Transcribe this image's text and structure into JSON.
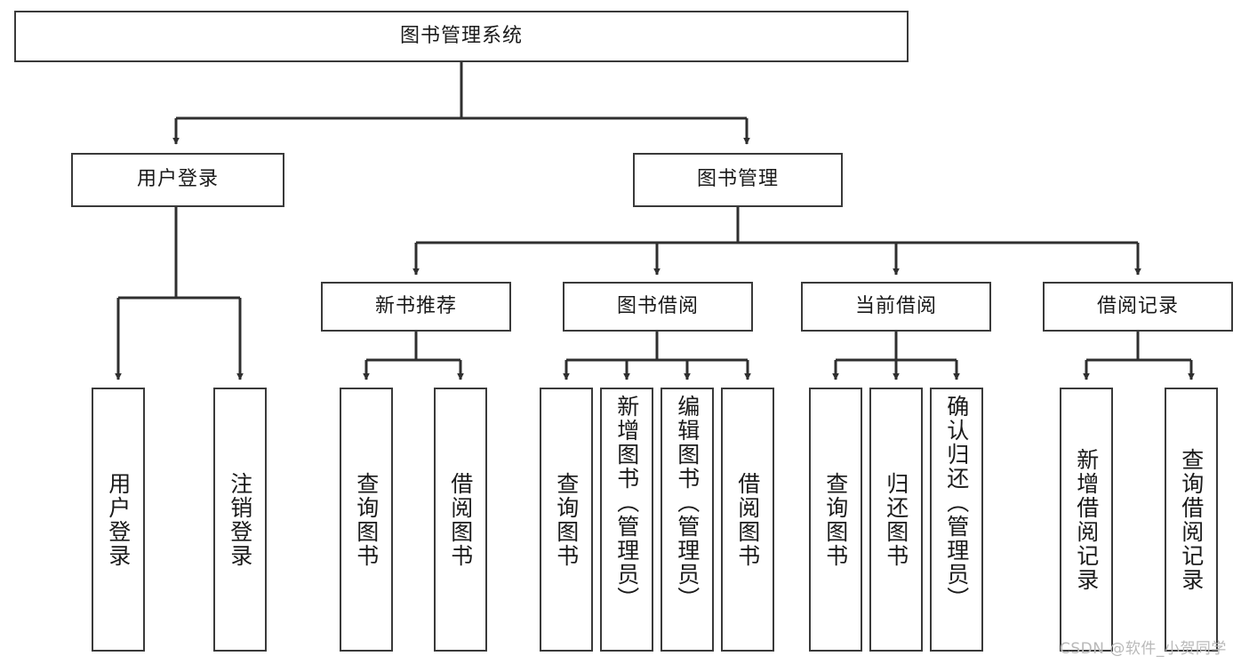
{
  "diagram": {
    "type": "tree",
    "title": "图书管理系统",
    "watermark": "CSDN @软件_小贺同学",
    "colors": {
      "box_stroke": "#3a3a3a",
      "box_fill": "#ffffff",
      "edge": "#2f2f2f",
      "text": "#1a1a1a",
      "watermark": "#b9b9b9"
    },
    "nodes": {
      "root": {
        "label": "图书管理系统",
        "level": 0
      },
      "l1": [
        {
          "id": "user_login",
          "label": "用户登录"
        },
        {
          "id": "book_manage",
          "label": "图书管理"
        }
      ],
      "l2": [
        {
          "id": "new_book_rec",
          "label": "新书推荐",
          "parent": "book_manage"
        },
        {
          "id": "book_borrow",
          "label": "图书借阅",
          "parent": "book_manage"
        },
        {
          "id": "current_borrow",
          "label": "当前借阅",
          "parent": "book_manage"
        },
        {
          "id": "borrow_record",
          "label": "借阅记录",
          "parent": "book_manage"
        }
      ],
      "leaves": [
        {
          "id": "leaf_user_login",
          "label": "用户登录",
          "parent": "user_login"
        },
        {
          "id": "leaf_logout",
          "label": "注销登录",
          "parent": "user_login"
        },
        {
          "id": "leaf_query_book_1",
          "label": "查询图书",
          "parent": "new_book_rec"
        },
        {
          "id": "leaf_borrow_book_1",
          "label": "借阅图书",
          "parent": "new_book_rec"
        },
        {
          "id": "leaf_query_book_2",
          "label": "查询图书",
          "parent": "book_borrow"
        },
        {
          "id": "leaf_add_book",
          "label": "新增图书（管理员）",
          "parent": "book_borrow"
        },
        {
          "id": "leaf_edit_book",
          "label": "编辑图书（管理员）",
          "parent": "book_borrow"
        },
        {
          "id": "leaf_borrow_book_2",
          "label": "借阅图书",
          "parent": "book_borrow"
        },
        {
          "id": "leaf_query_book_3",
          "label": "查询图书",
          "parent": "current_borrow"
        },
        {
          "id": "leaf_return_book",
          "label": "归还图书",
          "parent": "current_borrow"
        },
        {
          "id": "leaf_confirm_return",
          "label": "确认归还（管理员）",
          "parent": "current_borrow"
        },
        {
          "id": "leaf_add_record",
          "label": "新增借阅记录",
          "parent": "borrow_record"
        },
        {
          "id": "leaf_query_record",
          "label": "查询借阅记录",
          "parent": "borrow_record"
        }
      ]
    }
  }
}
